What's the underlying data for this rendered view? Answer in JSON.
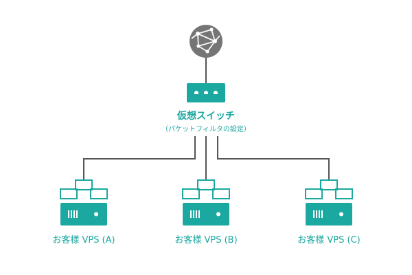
{
  "colors": {
    "accent": "#1aa8a0",
    "globe": "#757575",
    "connector": "#555555",
    "background": "#ffffff"
  },
  "internet": {
    "icon": "globe-network-icon"
  },
  "switch": {
    "title": "仮想スイッチ",
    "subtitle": "（パケットフィルタの設定）",
    "icon": "switch-icon"
  },
  "vps": [
    {
      "label": "お客様 VPS (A)",
      "icon": "server-icon"
    },
    {
      "label": "お客様 VPS (B)",
      "icon": "server-icon"
    },
    {
      "label": "お客様 VPS (C)",
      "icon": "server-icon"
    }
  ]
}
